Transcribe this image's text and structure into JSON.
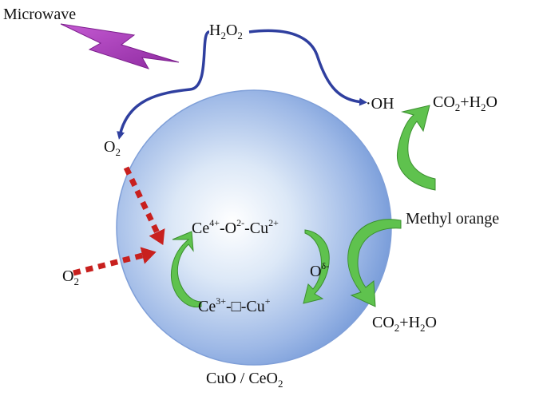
{
  "diagram": {
    "microwave": "Microwave",
    "h2o2": {
      "main": "H",
      "sub1": "2",
      "mid": "O",
      "sub2": "2"
    },
    "oh_radical": "·OH",
    "co2_h2o_top": {
      "a": "CO",
      "sub1": "2",
      "b": "+H",
      "sub2": "2",
      "c": "O"
    },
    "o2_upper": {
      "main": "O",
      "sub": "2"
    },
    "o2_lower": {
      "main": "O",
      "sub": "2"
    },
    "ce4_complex": {
      "a": "Ce",
      "sup1": "4+",
      "b": "-O",
      "sup2": "2-",
      "c": "-Cu",
      "sup3": "2+"
    },
    "ce3_complex": {
      "a": "Ce",
      "sup1": "3+",
      "b": "-□-Cu",
      "sup2": "+"
    },
    "o_delta": {
      "main": "O",
      "sup": "δ-"
    },
    "methyl_orange": "Methyl orange",
    "co2_h2o_bottom": {
      "a": "CO",
      "sub1": "2",
      "b": "+H",
      "sub2": "2",
      "c": "O"
    },
    "catalyst": {
      "a": "CuO / CeO",
      "sub": "2"
    },
    "colors": {
      "sphere_center": "#ffffff",
      "sphere_edge": "#6f95d6",
      "blue_arrow": "#2f3f9f",
      "green_arrow": "#5fc24e",
      "red_arrow": "#c8201e",
      "bolt": "#b23fc4"
    }
  }
}
